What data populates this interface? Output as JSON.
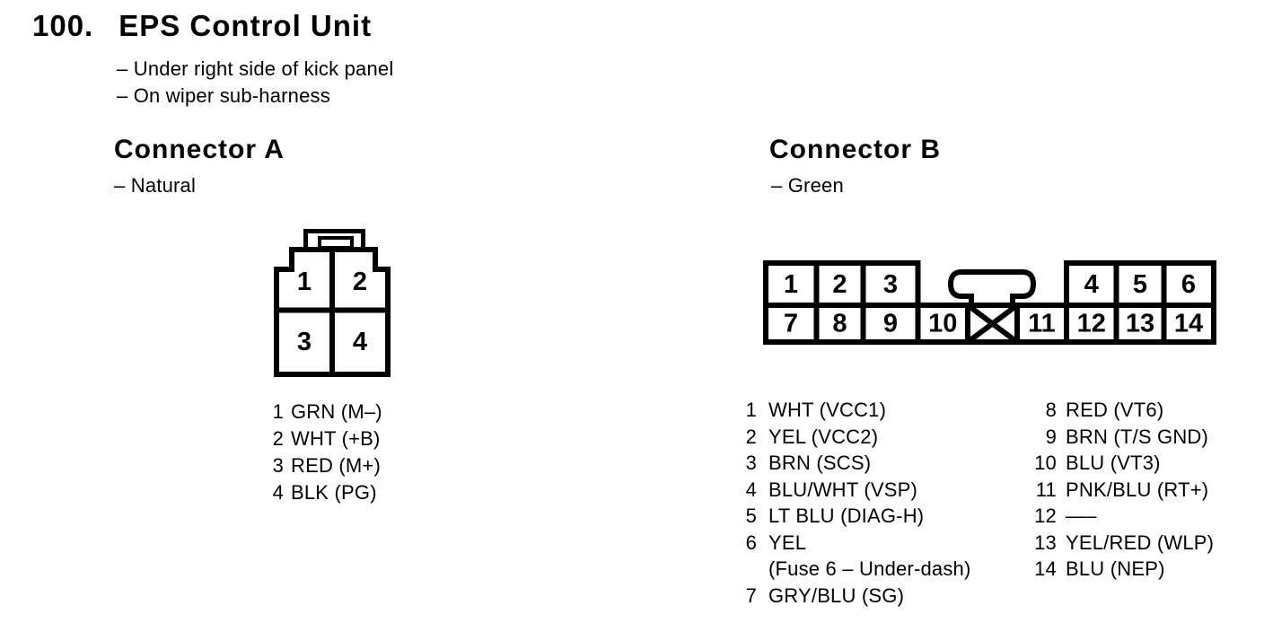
{
  "colors": {
    "ink": "#000000",
    "paper": "#ffffff"
  },
  "document": {
    "section_number": "100.",
    "title": "EPS Control Unit",
    "location_lines": [
      "– Under right side of kick panel",
      "– On wiper sub-harness"
    ]
  },
  "connector_a": {
    "heading": "Connector A",
    "color_note": "– Natural",
    "cavities": [
      "1",
      "2",
      "3",
      "4"
    ],
    "pin_list": [
      {
        "num": "1",
        "label": "GRN (M–)"
      },
      {
        "num": "2",
        "label": "WHT (+B)"
      },
      {
        "num": "3",
        "label": "RED (M+)"
      },
      {
        "num": "4",
        "label": "BLK (PG)"
      }
    ]
  },
  "connector_b": {
    "heading": "Connector B",
    "color_note": "– Green",
    "cavities_top": [
      "1",
      "2",
      "3",
      "4",
      "5",
      "6"
    ],
    "cavities_bottom": [
      "7",
      "8",
      "9",
      "10",
      "11",
      "12",
      "13",
      "14"
    ],
    "pin_list_left": [
      {
        "num": "1",
        "label": "WHT (VCC1)"
      },
      {
        "num": "2",
        "label": "YEL (VCC2)"
      },
      {
        "num": "3",
        "label": "BRN (SCS)"
      },
      {
        "num": "4",
        "label": "BLU/WHT (VSP)"
      },
      {
        "num": "5",
        "label": "LT BLU (DIAG-H)"
      },
      {
        "num": "6",
        "label": "YEL",
        "label2": "(Fuse 6 – Under-dash)"
      },
      {
        "num": "7",
        "label": "GRY/BLU (SG)"
      }
    ],
    "pin_list_right": [
      {
        "num": "8",
        "label": "RED (VT6)"
      },
      {
        "num": "9",
        "label": "BRN (T/S GND)"
      },
      {
        "num": "10",
        "label": "BLU (VT3)"
      },
      {
        "num": "11",
        "label": "PNK/BLU (RT+)"
      },
      {
        "num": "12",
        "label": "—–"
      },
      {
        "num": "13",
        "label": "YEL/RED (WLP)"
      },
      {
        "num": "14",
        "label": "BLU (NEP)"
      }
    ]
  }
}
